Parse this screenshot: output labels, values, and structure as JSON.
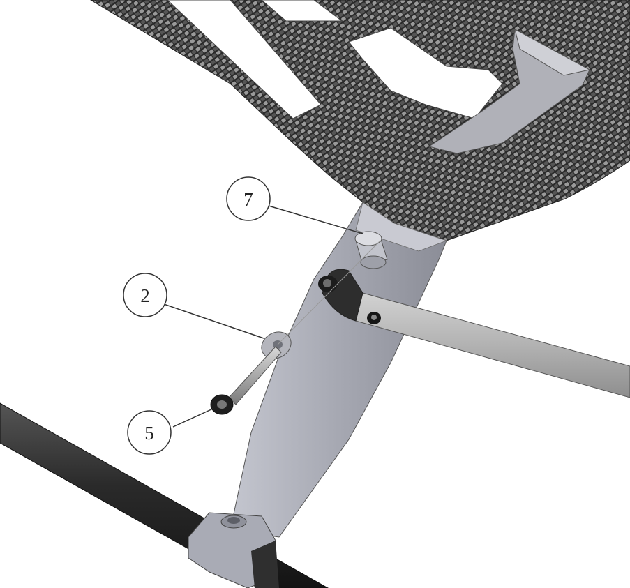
{
  "diagram": {
    "callouts": [
      {
        "id": "7",
        "label": "7",
        "part": "sleeve-spacer"
      },
      {
        "id": "2",
        "label": "2",
        "part": "washer"
      },
      {
        "id": "5",
        "label": "5",
        "part": "bolt"
      }
    ]
  },
  "colors": {
    "carbon_dark": "#1f1f1f",
    "carbon_light": "#8a8a8a",
    "aluminum": "#a9abb5",
    "aluminum_shadow": "#8f919b",
    "tube_grey": "#b3b3b3",
    "tube_black": "#2b2b2b",
    "outline": "#333333"
  }
}
